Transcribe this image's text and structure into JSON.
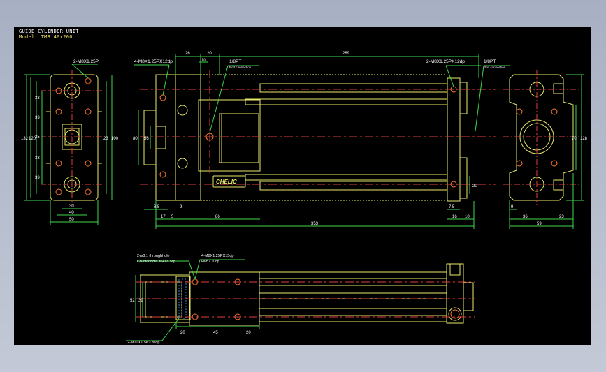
{
  "window": {
    "background": "#b8bfcc",
    "canvas_background": "#000000"
  },
  "header": {
    "title": "GUIDE CYLINDER UNIT",
    "model": "Model: TMB 40x200"
  },
  "colors": {
    "outline": "#e8e86a",
    "dimension": "#3cd84c",
    "centerline": "#e03c3c",
    "hole": "#ff7a2a",
    "label": "#ffffff",
    "hatch": "#3a78d8"
  },
  "views": {
    "left_view": {
      "callouts": [
        "2-M8X1.25P"
      ],
      "dims": {
        "h_outer": "132",
        "h_mid": "120",
        "h_a": "33",
        "h_b": "33",
        "h_c": "25",
        "h_d": "33",
        "h_e": "33",
        "v_right_a": "23",
        "v_right_b": "100",
        "bottom_a": "30",
        "bottom_b": "40",
        "bottom_c": "50"
      }
    },
    "front_view": {
      "callouts": [
        "4-M8X1.25PX12dp",
        "1/8PT",
        "Port connection",
        "2-M8X1.25PX12dp",
        "1/8PT",
        "Port connection"
      ],
      "dims": {
        "top_a": "26",
        "top_b": "20",
        "top_c": "10",
        "top_d": "289",
        "left_a": "80",
        "left_b": "56",
        "bottom_a": "8.5",
        "bottom_b": "9",
        "bottom_c": "17",
        "bottom_d": "5",
        "bottom_e": "86",
        "bottom_f": "7.5",
        "bottom_g": "16",
        "bottom_h": "10",
        "bottom_total": "353",
        "right_a": "20"
      },
      "nameplate": "CHELIC"
    },
    "right_view": {
      "dims": {
        "right_a": "70",
        "right_b": "128",
        "bottom_a": "9",
        "bottom_b": "36",
        "bottom_c": "23",
        "bottom_d": "59"
      }
    },
    "bottom_view": {
      "callouts": [
        "2-ø8.1 throughhole",
        "Counter bore ø14X8.5dp",
        "4-M8X1.25PX15dp",
        "Ø8H7 10dp",
        "2-M10X1.5PX20dp"
      ],
      "dims": {
        "left_a": "52",
        "left_b": "39",
        "bottom_a": "20",
        "bottom_b": "45",
        "bottom_c": "20"
      }
    }
  }
}
